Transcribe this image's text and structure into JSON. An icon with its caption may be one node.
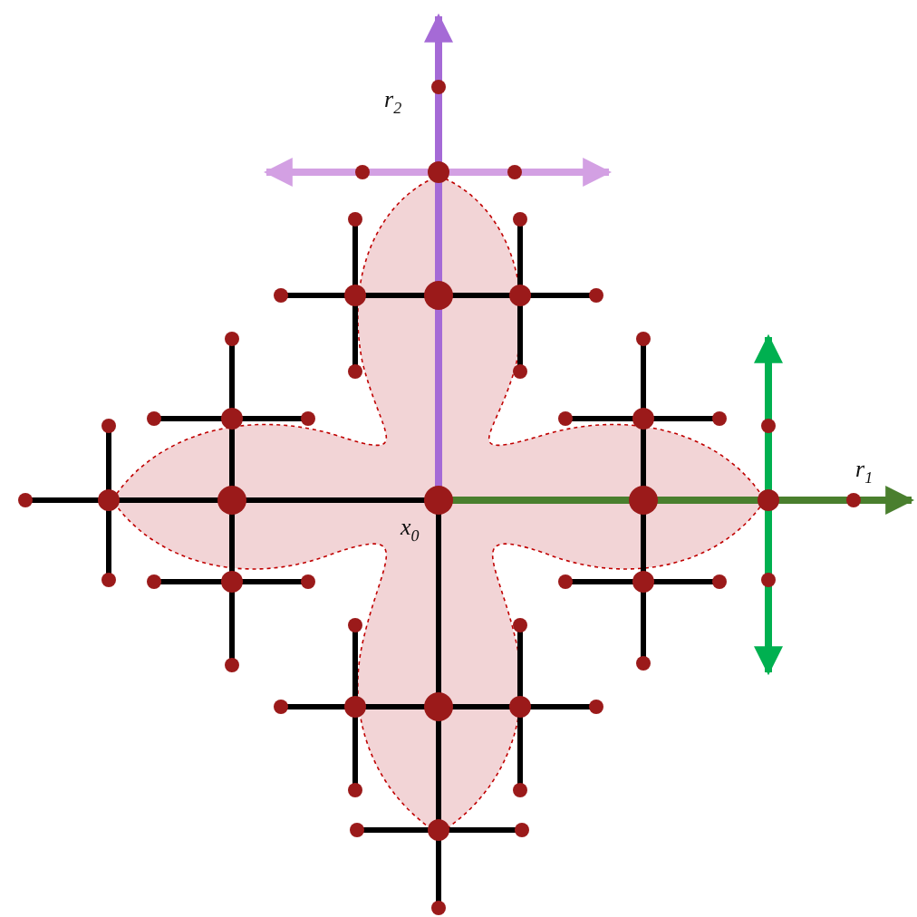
{
  "diagram": {
    "labels": [
      "r$_{2}$",
      "r$_{1}$",
      "x$_{0}$"
    ]
  }
}
